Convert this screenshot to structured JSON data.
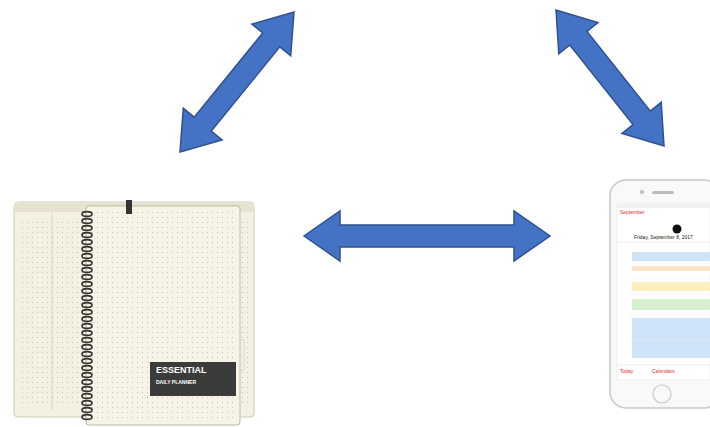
{
  "diagram": {
    "labels": [
      "ESSENTIAL",
      "DAILY PLANNER",
      "September",
      "Friday, September 8, 2017",
      "Today",
      "Calendars"
    ]
  }
}
